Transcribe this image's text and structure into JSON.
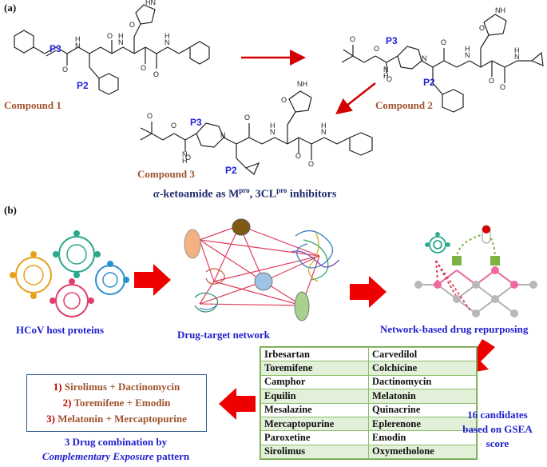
{
  "panel_a": {
    "label": "(a)",
    "compound1": "Compound 1",
    "compound2": "Compound 2",
    "compound3": "Compound 3",
    "p3": "P3",
    "p2": "P2",
    "title_prefix": "α",
    "title_main": "-ketoamide as M",
    "title_sup1": "pro",
    "title_mid": ", 3CL",
    "title_sup2": "pro",
    "title_end": " inhibitors",
    "atoms": {
      "n": "N",
      "h": "H",
      "o": "O",
      "hn": "HN",
      "nh": "NH"
    }
  },
  "panel_b": {
    "label": "(b)",
    "host_label": "HCoV host proteins",
    "network_label": "Drug-target network",
    "repurposing_label": "Network-based drug repurposing",
    "candidates_line1": "16 candidates",
    "candidates_line2": "based on GSEA",
    "candidates_line3": "score",
    "drug_table": [
      [
        "Irbesartan",
        "Carvedilol"
      ],
      [
        "Toremifene",
        "Colchicine"
      ],
      [
        "Camphor",
        "Dactinomycin"
      ],
      [
        "Equilin",
        "Melatonin"
      ],
      [
        "Mesalazine",
        "Quinacrine"
      ],
      [
        "Mercaptopurine",
        "Eplerenone"
      ],
      [
        "Paroxetine",
        "Emodin"
      ],
      [
        "Sirolimus",
        "Oxymetholone"
      ]
    ],
    "combos": [
      {
        "num": "1)",
        "text": "Sirolimus + Dactinomycin"
      },
      {
        "num": "2)",
        "text": "Toremifene + Emodin"
      },
      {
        "num": "3)",
        "text": "Melatonin + Mercaptopurine"
      }
    ],
    "combo_caption_line1": "3 Drug combination by",
    "combo_caption_line2": "Complementary Exposure",
    "combo_caption_line2_suffix": " pattern"
  },
  "colors": {
    "arrow_red": "#d40000",
    "brown": "#a0522d",
    "blue": "#1e1ecf",
    "navy": "#1f2a6b",
    "green_row": "#e2efd9",
    "network_edge": "#e04060",
    "repurpose_pink": "#f06aa0"
  }
}
